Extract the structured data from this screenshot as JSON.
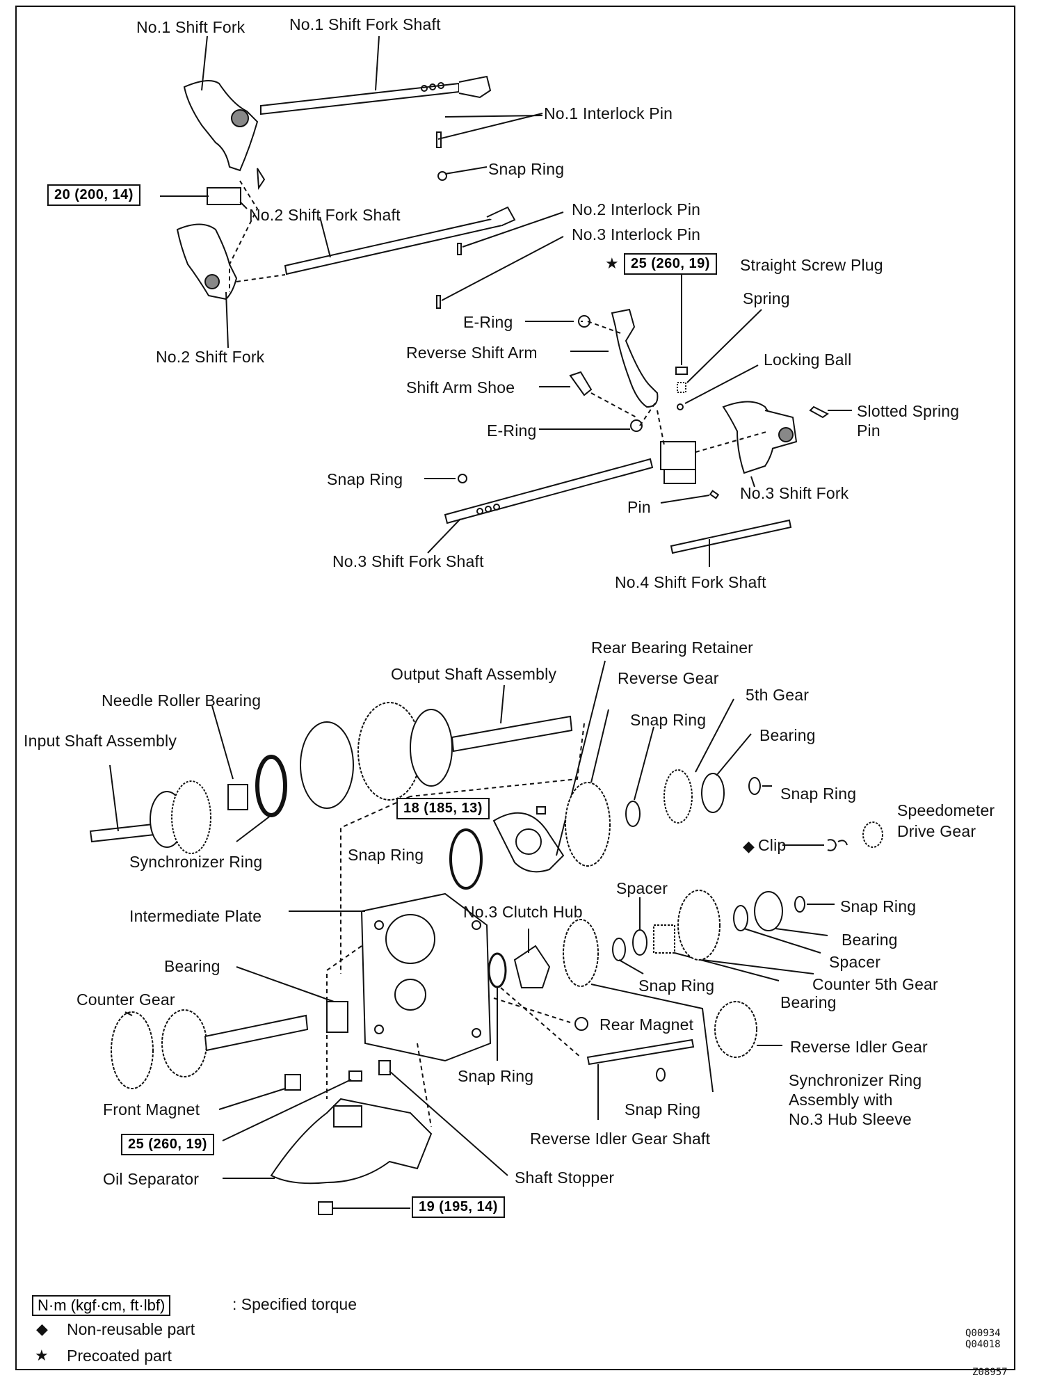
{
  "labels": {
    "no1_shift_fork": "No.1 Shift Fork",
    "no1_shift_fork_shaft": "No.1 Shift Fork Shaft",
    "no1_interlock_pin": "No.1 Interlock Pin",
    "snap_ring_1": "Snap Ring",
    "no2_shift_fork_shaft": "No.2 Shift Fork Shaft",
    "no2_interlock_pin": "No.2 Interlock Pin",
    "no3_interlock_pin": "No.3 Interlock Pin",
    "straight_screw_plug": "Straight Screw Plug",
    "spring": "Spring",
    "locking_ball": "Locking Ball",
    "slotted_spring_pin": "Slotted Spring",
    "slotted_spring_pin_2": "Pin",
    "e_ring_1": "E-Ring",
    "reverse_shift_arm": "Reverse Shift Arm",
    "shift_arm_shoe": "Shift Arm Shoe",
    "e_ring_2": "E-Ring",
    "no2_shift_fork": "No.2 Shift Fork",
    "snap_ring_2": "Snap Ring",
    "pin": "Pin",
    "no3_shift_fork": "No.3 Shift Fork",
    "no3_shift_fork_shaft": "No.3 Shift Fork Shaft",
    "no4_shift_fork_shaft": "No.4 Shift Fork Shaft",
    "rear_bearing_retainer": "Rear Bearing Retainer",
    "output_shaft_assembly": "Output Shaft Assembly",
    "reverse_gear": "Reverse Gear",
    "fifth_gear": "5th Gear",
    "needle_roller_bearing": "Needle Roller Bearing",
    "snap_ring_3": "Snap Ring",
    "bearing_1": "Bearing",
    "input_shaft_assembly": "Input Shaft Assembly",
    "snap_ring_4": "Snap Ring",
    "speedometer_drive_gear": "Speedometer",
    "speedometer_drive_gear_2": "Drive Gear",
    "synchronizer_ring": "Synchronizer Ring",
    "snap_ring_5": "Snap Ring",
    "clip": "Clip",
    "spacer_1": "Spacer",
    "intermediate_plate": "Intermediate Plate",
    "no3_clutch_hub": "No.3 Clutch Hub",
    "snap_ring_6": "Snap Ring",
    "bearing_2": "Bearing",
    "spacer_2": "Spacer",
    "bearing_3": "Bearing",
    "snap_ring_7": "Snap Ring",
    "counter_5th_gear": "Counter 5th Gear",
    "bearing_4": "Bearing",
    "counter_gear": "Counter Gear",
    "rear_magnet": "Rear Magnet",
    "reverse_idler_gear": "Reverse Idler Gear",
    "snap_ring_8": "Snap Ring",
    "synchronizer_ring_assembly": "Synchronizer Ring",
    "synchronizer_ring_assembly_2": "Assembly with",
    "synchronizer_ring_assembly_3": "No.3 Hub Sleeve",
    "front_magnet": "Front Magnet",
    "snap_ring_9": "Snap Ring",
    "reverse_idler_gear_shaft": "Reverse Idler Gear Shaft",
    "oil_separator": "Oil Separator",
    "shaft_stopper": "Shaft Stopper"
  },
  "torques": {
    "t1": "20 (200, 14)",
    "t2": "25 (260, 19)",
    "t3": "18 (185, 13)",
    "t4": "25 (260, 19)",
    "t5": "19 (195, 14)"
  },
  "symbols": {
    "star": "★",
    "diamond": "◆"
  },
  "legend": {
    "torque_unit": "N·m (kgf·cm, ft·lbf)",
    "torque_desc": ": Specified torque",
    "non_reusable": "Non-reusable part",
    "precoated": "Precoated part"
  },
  "codes": {
    "code1": "Q00934",
    "code2": "Q04018",
    "code3": "Z08957"
  }
}
